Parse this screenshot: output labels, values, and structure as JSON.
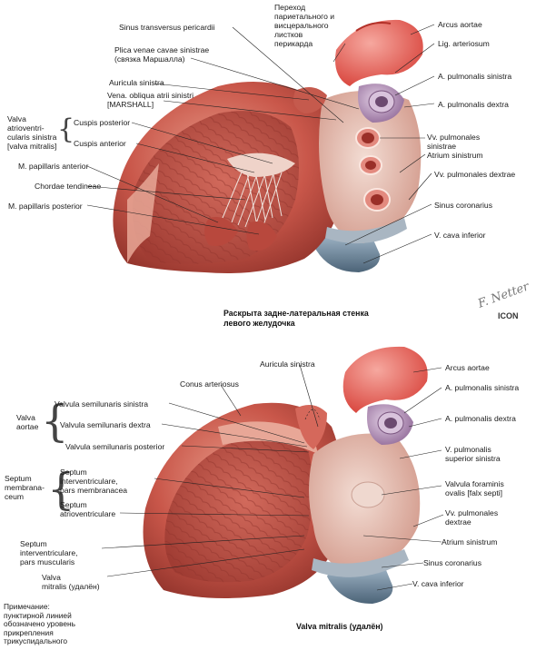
{
  "top": {
    "labels": {
      "sinus_transversus": "Sinus transversus pericardii",
      "perehod": "Переход\nпариетального и\nвисцерального\nлистков\nперикарда",
      "arcus_aortae": "Arcus aortae",
      "lig_arteriosum": "Lig. arteriosum",
      "plica_venae": "Plica venae cavae sinistrae\n(связка Маршалла)",
      "a_pulm_sin": "A. pulmonalis sinistra",
      "auricula_sin": "Auricula sinistra",
      "vena_obliqua": "Vena. obliqua atrii sinistri\n[MARSHALL]",
      "a_pulm_dex": "A. pulmonalis dextra",
      "valva_atrio": "Valva\natrioventri-\ncularis sinistra\n[valva mitralis]",
      "cuspis_post": "Cuspis posterior",
      "cuspis_ant": "Cuspis anterior",
      "vv_pulm_sin": "Vv. pulmonales\nsinistrae",
      "atrium_sin": "Atrium sinistrum",
      "m_papillaris_ant": "M. papillaris anterior",
      "vv_pulm_dex": "Vv. pulmonales dextrae",
      "chordae": "Chordae tendineae",
      "m_papillaris_post": "M. papillaris posterior",
      "sinus_coronarius": "Sinus coronarius",
      "v_cava_inf": "V. cava inferior"
    },
    "caption": "Раскрыта задне-латеральная стенка\nлевого желудочка"
  },
  "bottom": {
    "labels": {
      "auricula_sin": "Auricula sinistra",
      "arcus_aortae": "Arcus aortae",
      "conus": "Conus arteriosus",
      "a_pulm_sin": "A. pulmonalis sinistra",
      "valva_aortae": "Valva\naortae",
      "valvula_sin": "Valvula semilunaris sinistra",
      "valvula_dex": "Valvula semilunaris dextra",
      "a_pulm_dex": "A. pulmonalis dextra",
      "valvula_post": "Valvula semilunaris posterior",
      "v_pulm_sup": "V. pulmonalis\nsuperior sinistra",
      "septum_memb": "Septum\nmembrana-\nceum",
      "septum_ivm": "Septum\ninterventriculare,\npars membranacea",
      "septum_av": "Septum\natrioventriculare",
      "valvula_foraminis": "Valvula foraminis\novalis [falx septi]",
      "vv_pulm_dex": "Vv. pulmonales\ndextrae",
      "septum_musc": "Septum\ninterventriculare,\npars muscularis",
      "atrium_sin": "Atrium sinistrum",
      "valva_mitralis": "Valva\nmitralis (удалён)",
      "sinus_coronarius": "Sinus coronarius",
      "v_cava_inf": "V. cava inferior"
    },
    "caption": "Valva mitralis (удалён)",
    "note": "Примечание:\nпунктирной линией\nобозначено уровень\nприкрепления\nтрикуспидального"
  },
  "signature": "F. Netter",
  "publisher": "ICON",
  "colors": {
    "muscle": "#c9574a",
    "muscle_dark": "#9e3b33",
    "muscle_light": "#e7a898",
    "aorta": "#e8675e",
    "pulm_artery": "#b48fb6",
    "vein_blue": "#6f8aa0",
    "atrium": "#e6c2b6",
    "chordae": "#f1ece6"
  }
}
